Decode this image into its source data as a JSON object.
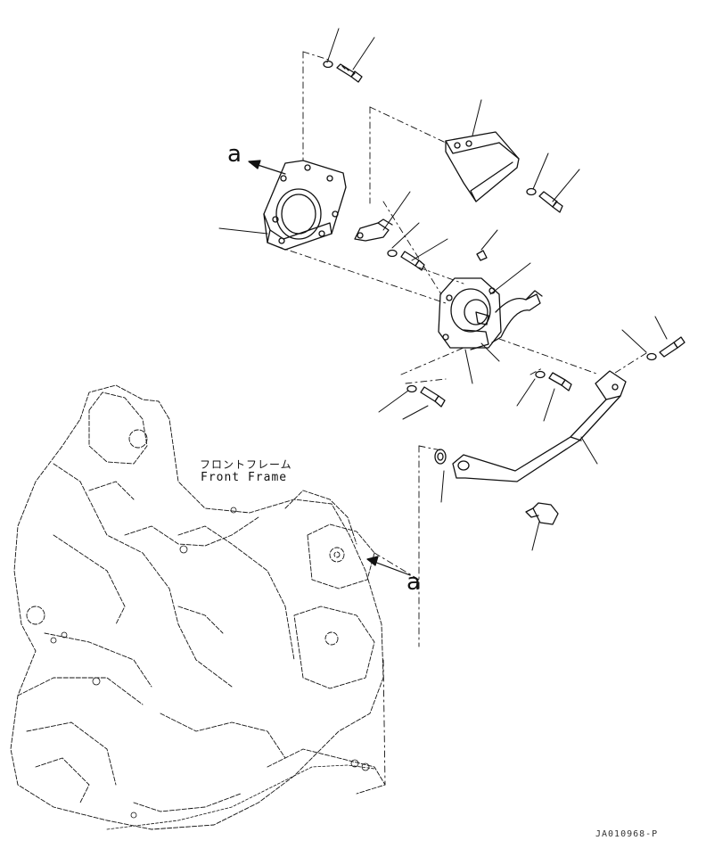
{
  "labels": {
    "callout_top": "a",
    "callout_bottom": "a",
    "frame_jp": "フロントフレーム",
    "frame_en": "Front Frame",
    "drawing_code": "JA010968-P"
  }
}
